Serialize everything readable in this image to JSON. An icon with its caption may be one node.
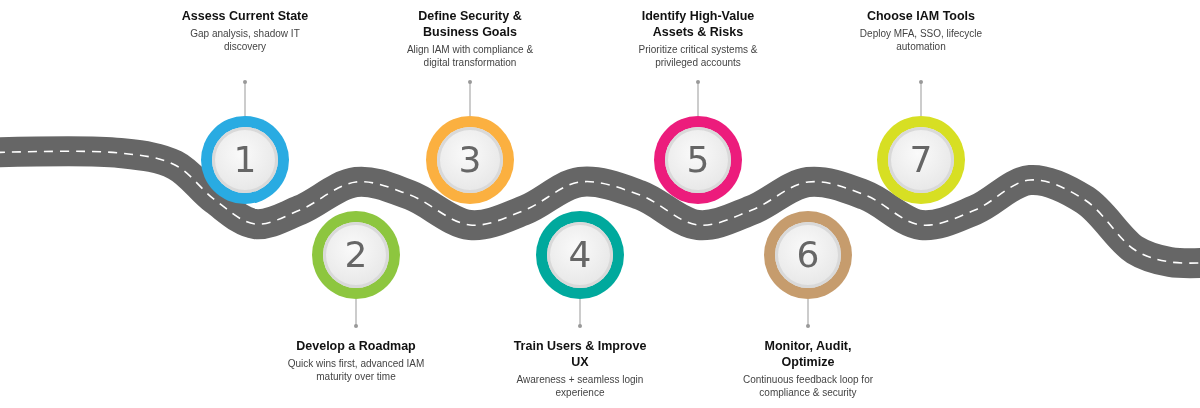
{
  "diagram": {
    "nodes": [
      {
        "text": [
          "1"
        ]
      },
      {
        "text": [
          "Assess Current State",
          "Gap analysis, shadow IT discovery"
        ]
      },
      {
        "text": [
          "2"
        ]
      },
      {
        "text": [
          "Develop a Roadmap",
          "Quick wins first, advanced IAM maturity over time"
        ]
      },
      {
        "text": [
          "3"
        ]
      },
      {
        "text": [
          "Define Security & Business Goals",
          "Align IAM with compliance & digital transformation"
        ]
      },
      {
        "text": [
          "4"
        ]
      },
      {
        "text": [
          "Train Users & Improve UX",
          "Awareness + seamless login experience"
        ]
      },
      {
        "text": [
          "5"
        ]
      },
      {
        "text": [
          "Identify High-Value Assets & Risks",
          "Prioritize critical systems & privileged accounts"
        ]
      },
      {
        "text": [
          "6"
        ]
      },
      {
        "text": [
          "Monitor, Audit, Optimize",
          "Continuous feedback loop for compliance & security"
        ]
      },
      {
        "text": [
          "7"
        ]
      },
      {
        "text": [
          "Choose IAM Tools",
          "Deploy MFA, SSO, lifecycle automation"
        ]
      }
    ],
    "edges": [
      {
        "from": 1,
        "to": 0,
        "arrow": "other"
      },
      {
        "from": 3,
        "to": 2,
        "arrow": "other"
      },
      {
        "from": 5,
        "to": 4,
        "arrow": "other"
      },
      {
        "from": 7,
        "to": 6,
        "arrow": "other"
      },
      {
        "from": 9,
        "to": 8,
        "arrow": "other"
      },
      {
        "from": 11,
        "to": 10,
        "arrow": "other"
      },
      {
        "from": 13,
        "to": 12,
        "arrow": "other"
      }
    ]
  }
}
